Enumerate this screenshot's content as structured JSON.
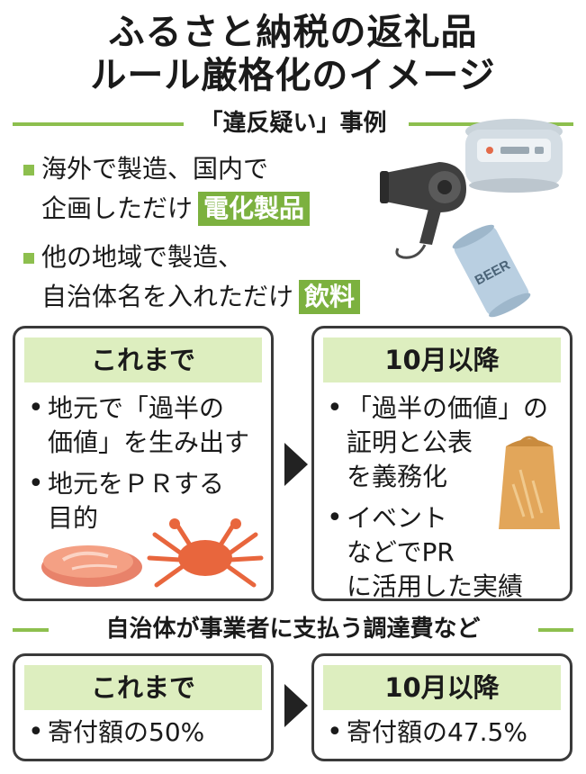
{
  "title": {
    "line1": "ふるさと納税の返礼品",
    "line2": "ルール厳格化のイメージ"
  },
  "violation_section": {
    "heading": "「違反疑い」事例",
    "cases": [
      {
        "line1": "海外で製造、国内で",
        "line2": "企画しただけ",
        "tag": "電化製品"
      },
      {
        "line1": "他の地域で製造、",
        "line2": "自治体名を入れただけ",
        "tag": "飲料"
      }
    ],
    "beer_label": "BEER"
  },
  "rules_compare": {
    "before": {
      "header": "これまで",
      "items": [
        {
          "l1": "地元で「過半の",
          "l2": "価値」を生み出す"
        },
        {
          "l1": "地元をＰＲする",
          "l2": "目的"
        }
      ]
    },
    "after": {
      "header": "10月以降",
      "items": [
        {
          "l1": "「過半の価値」の",
          "l2": "証明と公表",
          "l3": "を義務化"
        },
        {
          "l1": "イベント",
          "l2": "などでPR",
          "l3": "に活用した実績"
        }
      ]
    }
  },
  "cost_section": {
    "heading": "自治体が事業者に支払う調達費など",
    "before": {
      "header": "これまで",
      "item": "寄付額の50%"
    },
    "after": {
      "header": "10月以降",
      "item": "寄付額の47.5%"
    }
  },
  "colors": {
    "accent_green": "#8dbf4e",
    "tag_green": "#7cb13f",
    "panel_header": "#ddeebf",
    "meat": "#f4a084",
    "crab": "#e8663d",
    "rice_bag": "#e2a65a"
  }
}
